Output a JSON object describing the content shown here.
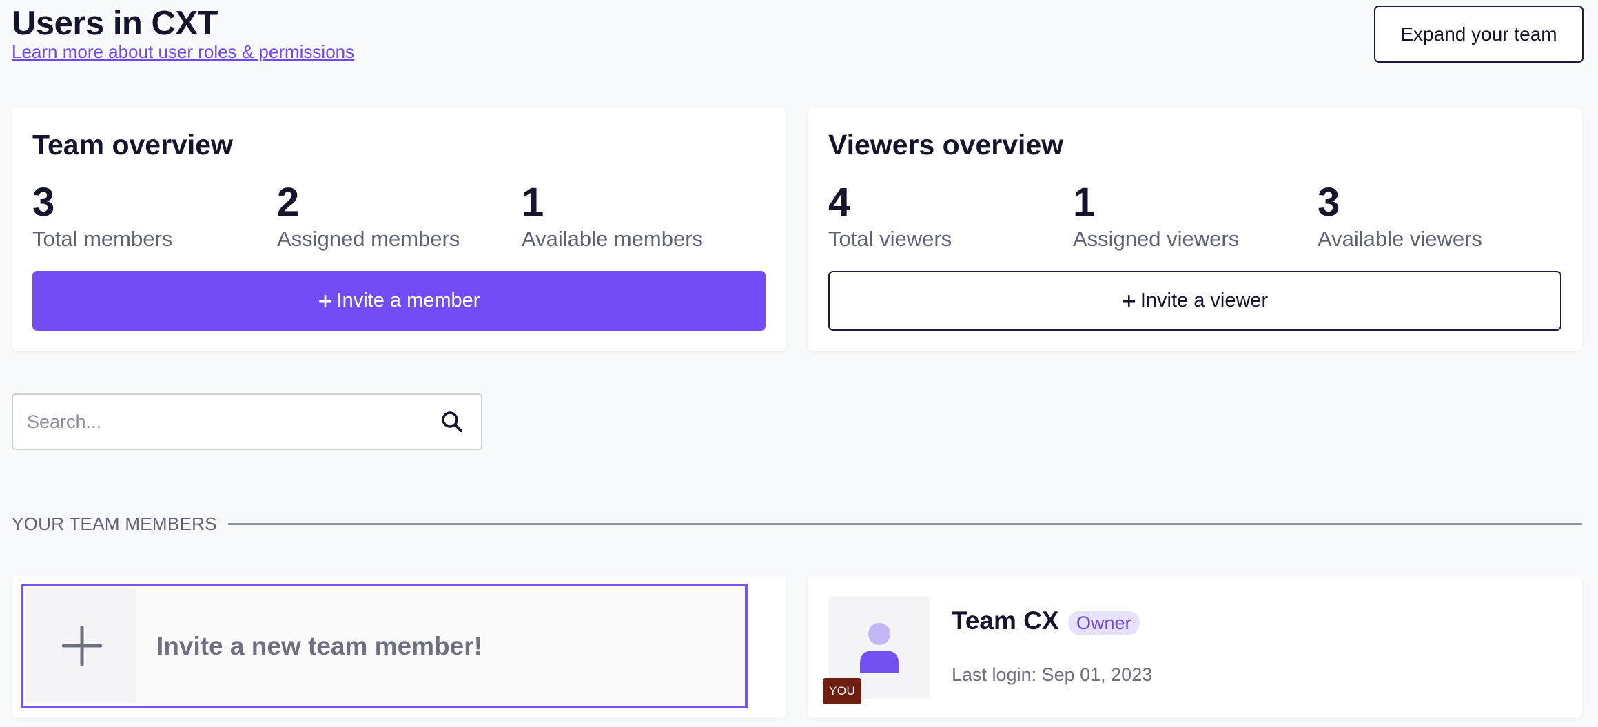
{
  "header": {
    "title": "Users in CXT",
    "learn_link": "Learn more about user roles & permissions",
    "expand_button": "Expand your team"
  },
  "team_overview": {
    "title": "Team overview",
    "stats": [
      {
        "value": "3",
        "label": "Total members"
      },
      {
        "value": "2",
        "label": "Assigned members"
      },
      {
        "value": "1",
        "label": "Available members"
      }
    ],
    "invite_button": "Invite a member"
  },
  "viewers_overview": {
    "title": "Viewers overview",
    "stats": [
      {
        "value": "4",
        "label": "Total viewers"
      },
      {
        "value": "1",
        "label": "Assigned viewers"
      },
      {
        "value": "3",
        "label": "Available viewers"
      }
    ],
    "invite_button": "Invite a viewer"
  },
  "search": {
    "placeholder": "Search...",
    "value": ""
  },
  "team_members": {
    "section_label": "YOUR TEAM MEMBERS",
    "invite_tile_text": "Invite a new team member!",
    "members": [
      {
        "name": "Team CX",
        "role": "Owner",
        "you_badge": "YOU",
        "last_login": "Last login: Sep 01, 2023"
      }
    ]
  },
  "icons": {
    "plus": "plus-icon",
    "search": "search-icon",
    "avatar": "user-avatar-icon"
  },
  "colors": {
    "accent": "#724cf5",
    "dark": "#14142b",
    "you_badge": "#6e1f12",
    "owner_badge_bg": "#e8e1fc"
  }
}
